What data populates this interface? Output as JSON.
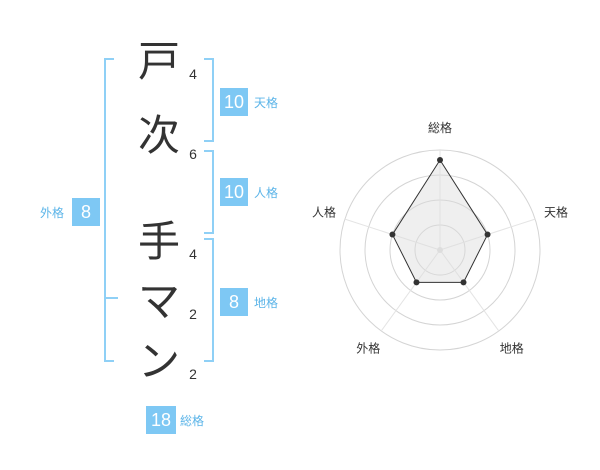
{
  "characters": [
    {
      "char": "戸",
      "strokes": "4"
    },
    {
      "char": "次",
      "strokes": "6"
    },
    {
      "char": "手",
      "strokes": "4"
    },
    {
      "char": "マ",
      "strokes": "2"
    },
    {
      "char": "ン",
      "strokes": "2"
    }
  ],
  "kakusu": {
    "tenkaku": {
      "label": "天格",
      "value": "10"
    },
    "jinkaku": {
      "label": "人格",
      "value": "10"
    },
    "chikaku": {
      "label": "地格",
      "value": "8"
    },
    "gaikaku": {
      "label": "外格",
      "value": "8"
    },
    "soukaku": {
      "label": "総格",
      "value": "18"
    }
  },
  "colors": {
    "accent": "#7ec8f4",
    "label": "#5bb4e8",
    "text": "#333333"
  },
  "radar": {
    "axes": [
      "総格",
      "天格",
      "地格",
      "外格",
      "人格"
    ],
    "values": [
      18,
      10,
      8,
      8,
      10
    ],
    "max": 20
  }
}
